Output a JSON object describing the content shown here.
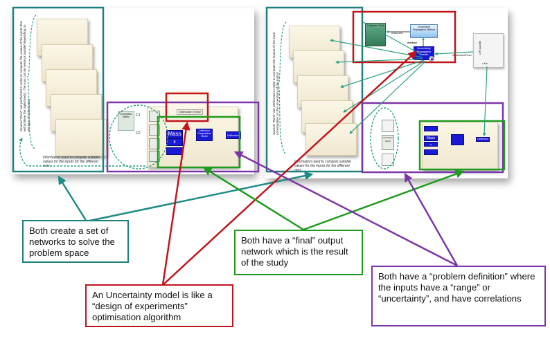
{
  "left_slide": {
    "runs_note": "Several \"Runs\" are performed in order to compute the values of the inputs that will achieve the objective(s). The runs can be serial or parallel depending on the type of optimisation",
    "info_note": "Information used to compute suitable values for the inputs for the different runs",
    "correlation_matrix_label": "Correlation Matrix",
    "correlation_labels": [
      "C1",
      "C2"
    ],
    "optimisation_service_label": "Optimisation Service",
    "mass_label": "Mass",
    "x_label": "x",
    "deflection_label": "Deflection",
    "deflection_computation_label": "Deflection Computation Model"
  },
  "right_slide": {
    "runs_note": "Several \"Runs\" are performed in order to compute the impact of the input uncertainties on the uncertainty of the output",
    "info_note": "Information used to compute suitable values for the inputs for the different runs",
    "software_tool_label": "Software Tool",
    "resources_label": "resources",
    "method_label": "method",
    "uncertainty_method_label": "Uncertainty Propagation Method",
    "uncertainty_results_label": "Uncertainty Propagation Results",
    "is_extracted_from_label": "isExtractedFrom",
    "quantile_axis_label": "10% quantile",
    "x_axis_label": "x Km",
    "correlation_matrix_label": "Correlation Matrix",
    "mass_label": "Mass",
    "x_label": "x",
    "deflection_label": "Deflection"
  },
  "callouts": {
    "networks": "Both create a set of networks to solve the problem space",
    "final_output": "Both have a “final” output network which is the result of the study",
    "uncertainty_model": "An Uncertainty model is like a “design of experiments” optimisation algorithm",
    "problem_definition": "Both have a “problem definition” where the inputs have a “range” or “uncertainty”, and have correlations"
  },
  "colors": {
    "teal": "#1f7f7a",
    "red": "#c0141c",
    "green": "#1e9a1e",
    "purple": "#7b35a8",
    "arrow_teal": "#28a07e"
  }
}
